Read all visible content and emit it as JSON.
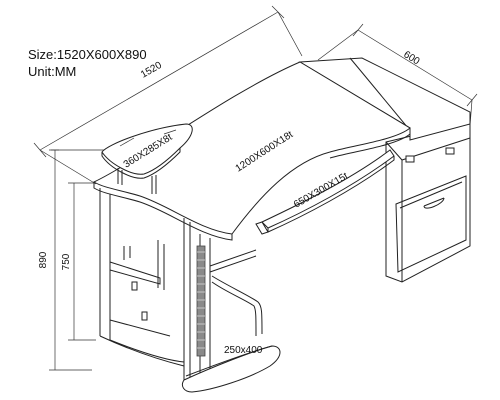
{
  "specs": {
    "size_text": "Size:1520X600X890",
    "unit_text": "Unit:MM"
  },
  "dimensions": {
    "length": "1520",
    "depth": "600",
    "total_height": "890",
    "frame_height": "750"
  },
  "parts": {
    "side_shelf": "360X285X8t",
    "desktop": "1200X600X18t",
    "keyboard_tray": "650X300X15t",
    "base": "250x400"
  }
}
